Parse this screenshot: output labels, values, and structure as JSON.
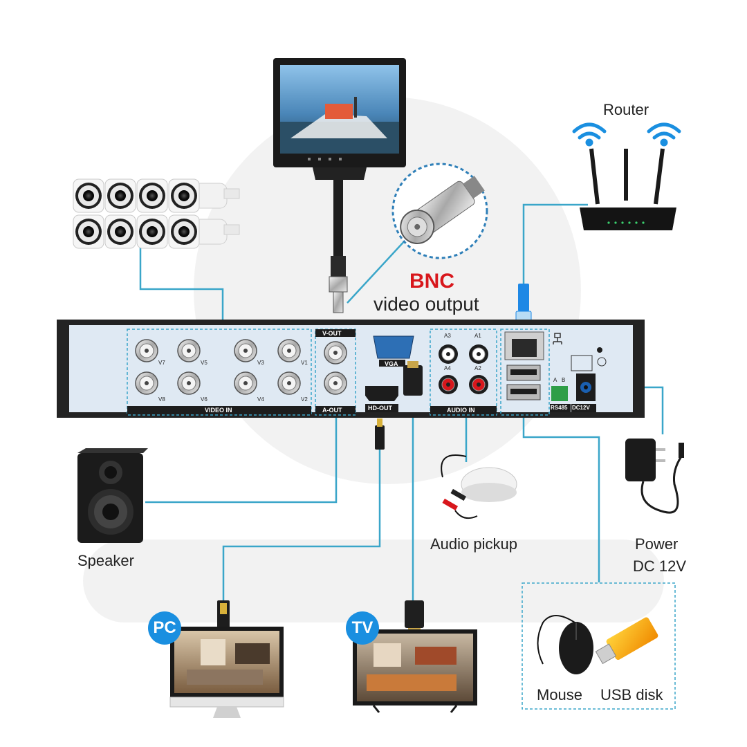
{
  "labels": {
    "router": "Router",
    "bnc_title": "BNC",
    "bnc_subtitle": "video output",
    "speaker": "Speaker",
    "audio_pickup": "Audio pickup",
    "power_line1": "Power",
    "power_line2": "DC 12V",
    "mouse": "Mouse",
    "usb_disk": "USB disk",
    "pc": "PC",
    "tv": "TV"
  },
  "panel": {
    "video_in": "VIDEO IN",
    "v_out": "V-OUT",
    "a_out": "A-OUT",
    "vga": "VGA",
    "hd_out": "HD-OUT",
    "audio_in": "AUDIO IN",
    "rs485": "RS485",
    "dc12v": "DC12V",
    "ch_top": [
      "V7",
      "V5",
      "V3",
      "V1"
    ],
    "ch_bottom": [
      "V8",
      "V6",
      "V4",
      "V2"
    ],
    "audio_top": [
      "A3",
      "A1"
    ],
    "audio_bottom": [
      "A4",
      "A2"
    ],
    "rs485_pins": [
      "A",
      "B"
    ]
  },
  "colors": {
    "line": "#3aa6c9",
    "panel": "#dfe9f3",
    "chassis": "#222222",
    "bnc_red": "#d8171c",
    "badge": "#1a8fe0"
  }
}
